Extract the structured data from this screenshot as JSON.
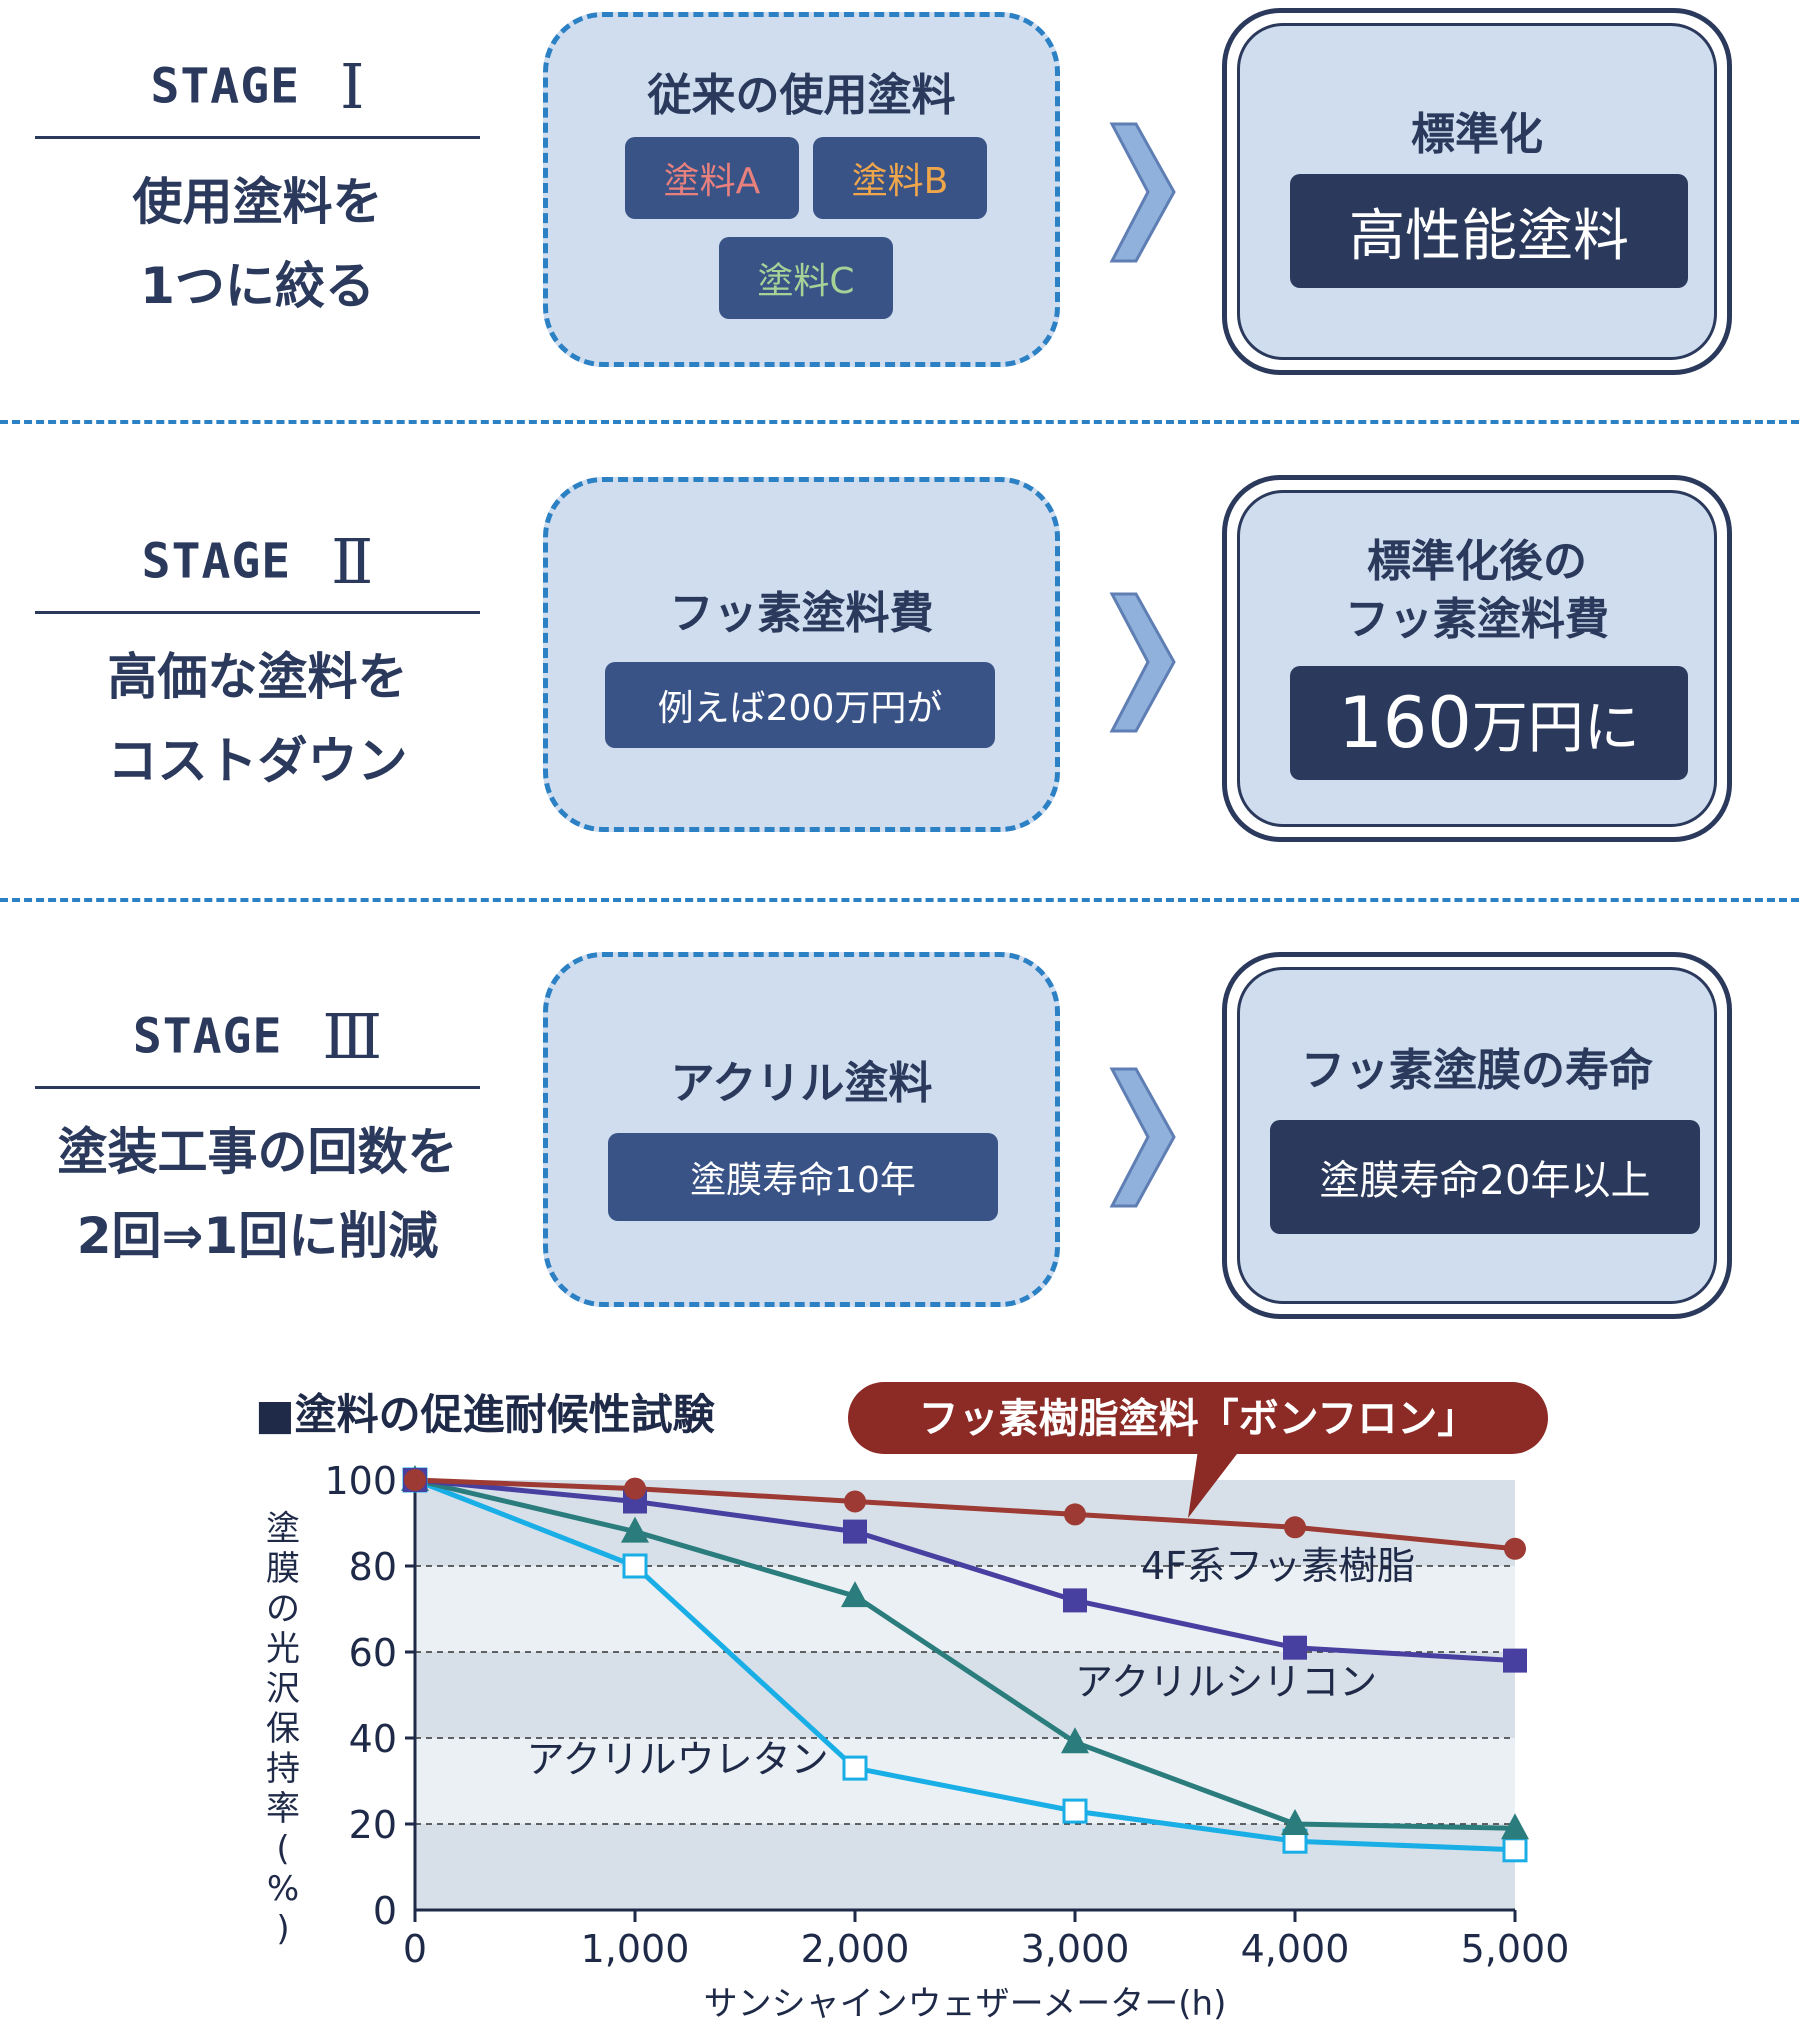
{
  "stages": [
    {
      "word": "STAGE",
      "numeral": "Ⅰ",
      "desc": [
        "使用塗料を",
        "1つに絞る"
      ],
      "mid_heading": "従来の使用塗料",
      "mid_pills": [
        {
          "label": "塗料A",
          "color": "#e8807e"
        },
        {
          "label": "塗料B",
          "color": "#f0a64a"
        },
        {
          "label": "塗料C",
          "color": "#a6d197"
        }
      ],
      "right_heading": [
        "標準化"
      ],
      "right_value": "高性能塗料"
    },
    {
      "word": "STAGE",
      "numeral": "Ⅱ",
      "desc": [
        "高価な塗料を",
        "コストダウン"
      ],
      "mid_heading": "フッ素塗料費",
      "mid_pill": "例えば200万円が",
      "right_heading": [
        "標準化後の",
        "フッ素塗料費"
      ],
      "right_value_num": "160",
      "right_value_unit": "万円に"
    },
    {
      "word": "STAGE",
      "numeral": "Ⅲ",
      "desc": [
        "塗装工事の回数を",
        "2回⇒1回に削減"
      ],
      "mid_heading": "アクリル塗料",
      "mid_pill": "塗膜寿命10年",
      "right_heading": [
        "フッ素塗膜の寿命"
      ],
      "right_value": "塗膜寿命20年以上"
    }
  ],
  "chart_data": {
    "type": "line",
    "title": "■塗料の促進耐候性試験",
    "callout": "フッ素樹脂塗料「ボンフロン」",
    "xlabel": "サンシャインウェザーメーター(h)",
    "ylabel": "塗膜の光沢保持率(%)",
    "x": [
      0,
      1000,
      2000,
      3000,
      4000,
      5000
    ],
    "xticks": [
      "0",
      "1,000",
      "2,000",
      "3,000",
      "4,000",
      "5,000"
    ],
    "yticks": [
      "0",
      "20",
      "40",
      "60",
      "80",
      "100"
    ],
    "xlim": [
      0,
      5000
    ],
    "ylim": [
      0,
      100
    ],
    "grid": "horizontal dashed",
    "series": [
      {
        "name": "",
        "marker": "circle",
        "color": "#9c3a33",
        "values": [
          100,
          98,
          95,
          92,
          89,
          84
        ]
      },
      {
        "name": "4F系フッ素樹脂",
        "marker": "square",
        "color": "#4840a0",
        "values": [
          100,
          95,
          88,
          72,
          61,
          58
        ]
      },
      {
        "name": "アクリルシリコン",
        "marker": "triangle",
        "color": "#2b7d7d",
        "values": [
          100,
          88,
          73,
          39,
          20,
          19
        ]
      },
      {
        "name": "アクリルウレタン",
        "marker": "open-square",
        "color": "#1aaee6",
        "values": [
          100,
          80,
          33,
          23,
          16,
          14
        ]
      }
    ]
  }
}
